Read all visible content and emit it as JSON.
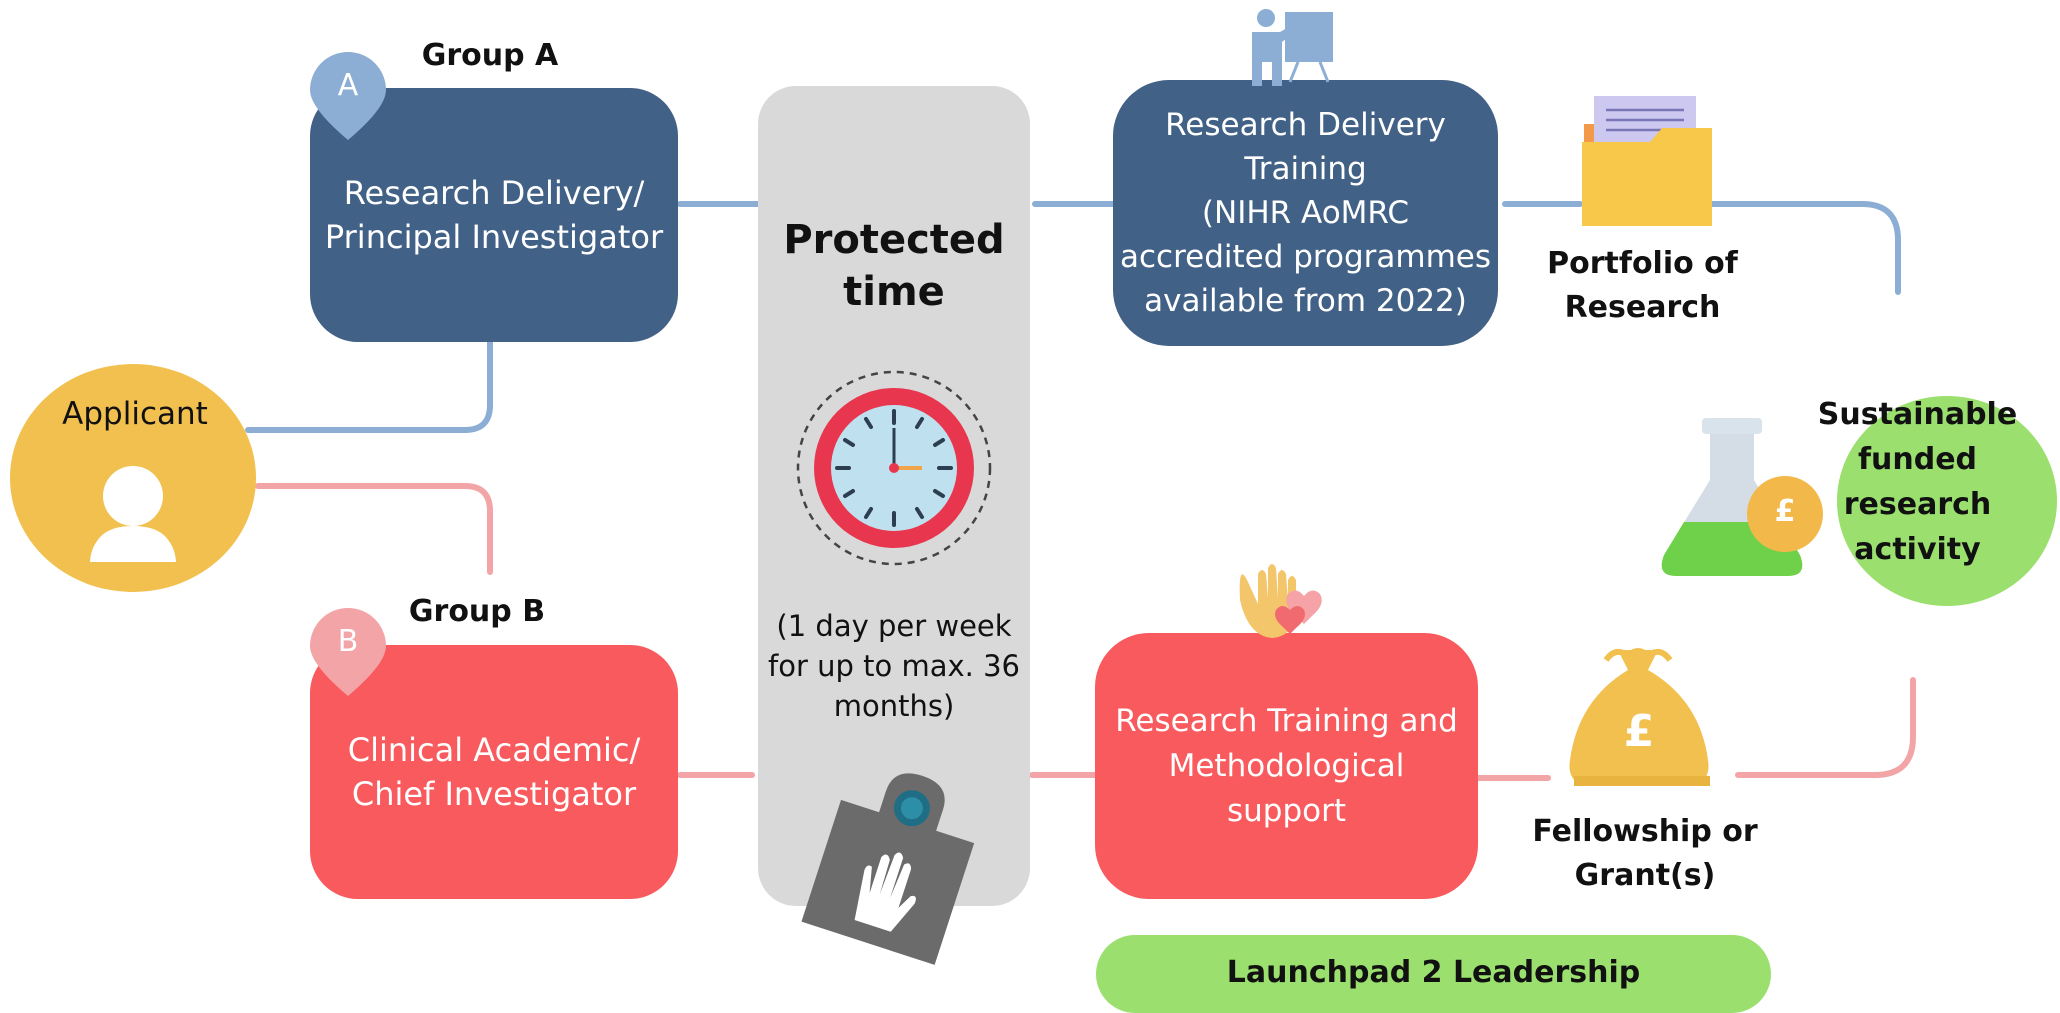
{
  "colors": {
    "blue_box": "#426186",
    "blue_line": "#8daed4",
    "red_box": "#f85a5d",
    "red_line": "#f3a4a7",
    "yellow": "#f2c04f",
    "gray_panel": "#d9d9d9",
    "green": "#9be06f"
  },
  "applicant": {
    "label": "Applicant",
    "icon": "person-icon"
  },
  "group_a": {
    "title": "Group A",
    "pin": "A",
    "box": "Research Delivery/\nPrincipal Investigator"
  },
  "group_b": {
    "title": "Group B",
    "pin": "B",
    "box": "Clinical Academic/\nChief Investigator"
  },
  "protected": {
    "title": "Protected\ntime",
    "note": "(1 day per week\nfor up to max. 36\nmonths)",
    "clock_icon": "clock-icon",
    "sign_icon": "do-not-disturb-sign-icon"
  },
  "training_a": {
    "text": "Research Delivery\nTraining\n(NIHR AoMRC\naccredited programmes\navailable from 2022)",
    "icon": "presenter-icon"
  },
  "portfolio": {
    "label": "Portfolio of\nResearch",
    "icon": "folder-icon"
  },
  "training_b": {
    "text": "Research Training and\nMethodological\nsupport",
    "icon": "hand-heart-icon"
  },
  "fellowship": {
    "label": "Fellowship or\nGrant(s)",
    "icon": "money-bag-icon",
    "symbol": "£"
  },
  "sustainable": {
    "label": "Sustainable\nfunded\nresearch\nactivity",
    "icon": "flask-icon",
    "coin_symbol": "£"
  },
  "launchpad": {
    "label": "Launchpad 2 Leadership"
  }
}
